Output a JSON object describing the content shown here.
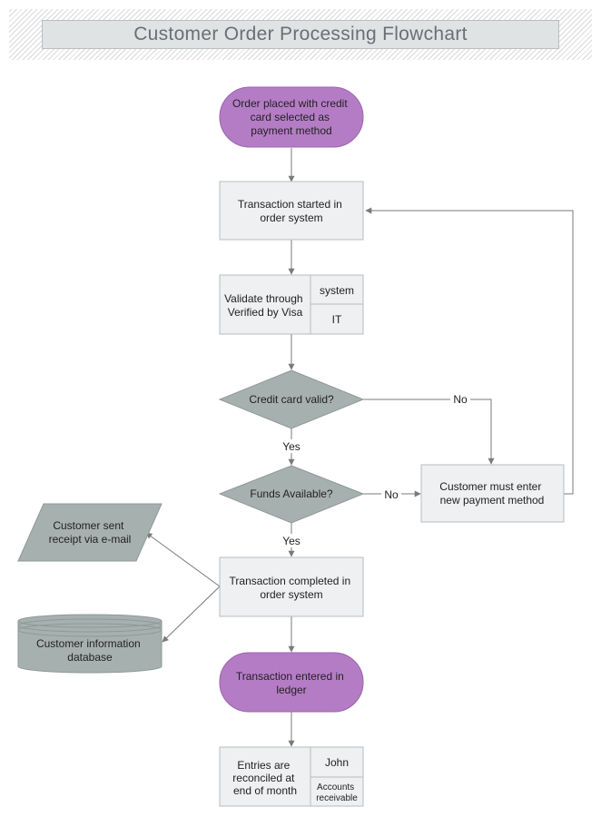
{
  "title": "Customer Order Processing Flowchart",
  "colors": {
    "terminator_fill": "#b57cc6",
    "process_fill": "#eef0f1",
    "process_stroke": "#b7bdc0",
    "decision_fill": "#a6b0ae",
    "io_fill": "#a6b0ae",
    "connector": "#7a7a7a"
  },
  "nodes": {
    "start": {
      "lines": [
        "Order placed with credit",
        "card selected as",
        "payment method"
      ]
    },
    "transaction_started": {
      "lines": [
        "Transaction started in",
        "order system"
      ]
    },
    "validate": {
      "lines": [
        "Validate through",
        "Verified by Visa"
      ],
      "cell_top": "system",
      "cell_bottom": "IT"
    },
    "card_valid": {
      "lines": [
        "Credit card valid?"
      ]
    },
    "funds_available": {
      "lines": [
        "Funds Available?"
      ]
    },
    "new_payment": {
      "lines": [
        "Customer must enter",
        "new payment method"
      ]
    },
    "receipt": {
      "lines": [
        "Customer sent",
        "receipt via e-mail"
      ]
    },
    "transaction_completed": {
      "lines": [
        "Transaction completed in",
        "order system"
      ]
    },
    "customer_db": {
      "lines": [
        "Customer information",
        "database"
      ]
    },
    "ledger": {
      "lines": [
        "Transaction entered in",
        "ledger"
      ]
    },
    "reconcile": {
      "lines": [
        "Entries are",
        "reconciled at",
        "end of month"
      ],
      "cell_top": "John",
      "cell_bottom": [
        "Accounts",
        "receivable"
      ]
    }
  },
  "edge_labels": {
    "card_invalid": "No",
    "card_valid": "Yes",
    "funds_missing": "No",
    "funds_ok": "Yes"
  }
}
